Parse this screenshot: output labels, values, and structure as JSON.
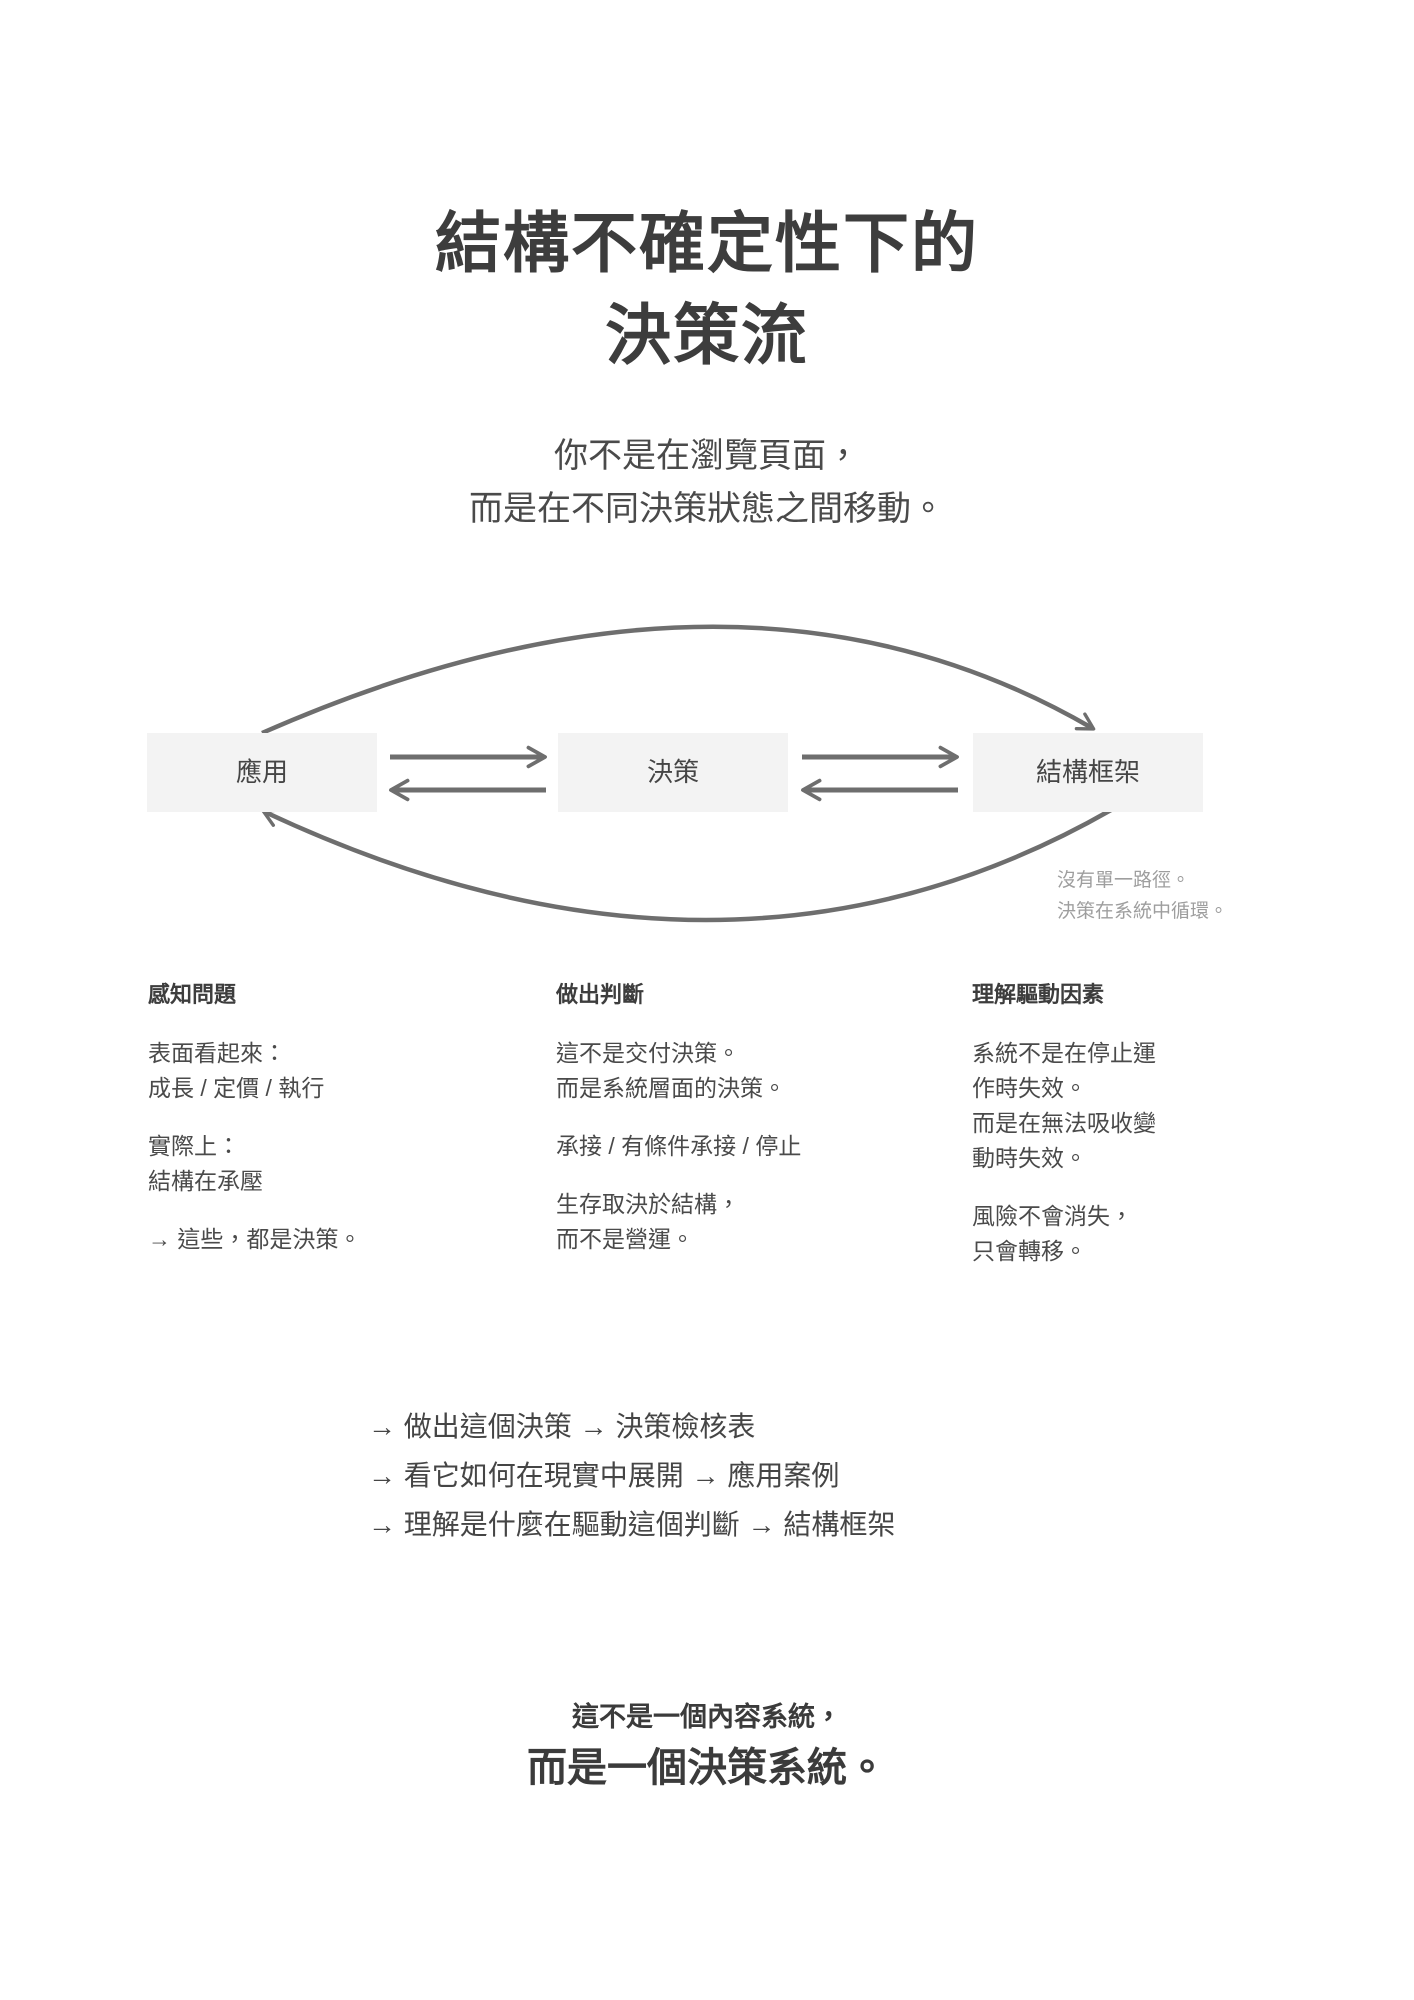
{
  "header": {
    "title_lines": [
      "結構不確定性下的",
      "決策流"
    ],
    "subtitle_lines": [
      "你不是在瀏覽頁面，",
      "而是在不同決策狀態之間移動。"
    ]
  },
  "diagram": {
    "nodes": [
      {
        "label": "應用"
      },
      {
        "label": "決策"
      },
      {
        "label": "結構框架"
      }
    ],
    "arrows": [
      "top-cycle-arc-left-to-right",
      "bottom-cycle-arc-right-to-left",
      "node1-to-node2",
      "node2-to-node1",
      "node2-to-node3",
      "node3-to-node2"
    ],
    "caption_lines": [
      "沒有單一路徑。",
      "決策在系統中循環。"
    ]
  },
  "columns": [
    {
      "heading": "感知問題",
      "paragraphs": [
        [
          "表面看起來：",
          "成長 / 定價 / 執行"
        ],
        [
          "實際上：",
          "結構在承壓"
        ],
        [
          "→ 這些，都是決策。"
        ]
      ]
    },
    {
      "heading": "做出判斷",
      "paragraphs": [
        [
          "這不是交付決策。",
          "而是系統層面的決策。"
        ],
        [
          "承接 / 有條件承接 / 停止"
        ],
        [
          "生存取決於結構，",
          "而不是營運。"
        ]
      ]
    },
    {
      "heading": "理解驅動因素",
      "paragraphs": [
        [
          "系統不是在停止運",
          "作時失效。",
          "而是在無法吸收變",
          "動時失效。"
        ],
        [
          "風險不會消失，",
          "只會轉移。"
        ]
      ]
    }
  ],
  "action_list": {
    "items": [
      "→ 做出這個決策 → 決策檢核表",
      "→ 看它如何在現實中展開 → 應用案例",
      "→ 理解是什麼在驅動這個判斷 → 結構框架"
    ]
  },
  "footer": {
    "line1": "這不是一個內容系統，",
    "line2": "而是一個決策系統。"
  },
  "colors": {
    "title_text": "#3d3d3d",
    "body_text": "#4a4a4a",
    "caption_text": "#9e9e9e",
    "node_background": "#f3f3f3",
    "arrow_stroke": "#6e6e6e"
  }
}
